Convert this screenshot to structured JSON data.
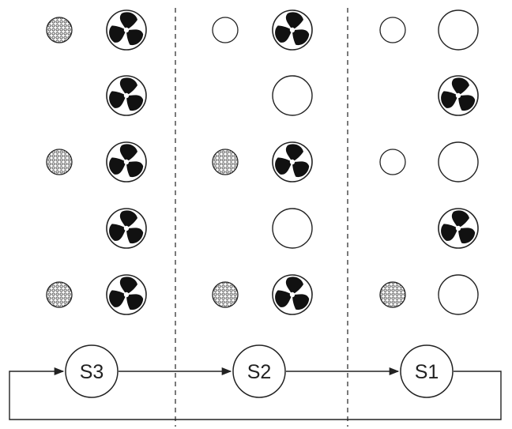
{
  "colors": {
    "stroke": "#222222",
    "fan_fill": "#111111",
    "background": "#ffffff"
  },
  "icons": {
    "fan": "fan-icon",
    "mesh": "mesh-circle-icon",
    "small_empty": "small-empty-circle-icon",
    "large_empty": "large-empty-circle-icon"
  },
  "columns": [
    {
      "id": "s3",
      "stage_label": "S3",
      "small": [
        "mesh",
        "none",
        "mesh",
        "none",
        "mesh"
      ],
      "large": [
        "fan",
        "fan",
        "fan",
        "fan",
        "fan"
      ]
    },
    {
      "id": "s2",
      "stage_label": "S2",
      "small": [
        "empty",
        "none",
        "mesh",
        "none",
        "mesh"
      ],
      "large": [
        "fan",
        "empty",
        "fan",
        "empty",
        "fan"
      ]
    },
    {
      "id": "s1",
      "stage_label": "S1",
      "small": [
        "empty",
        "none",
        "empty",
        "none",
        "mesh"
      ],
      "large": [
        "empty",
        "fan",
        "empty",
        "fan",
        "empty"
      ]
    }
  ],
  "flow": [
    "S3",
    "S2",
    "S1"
  ]
}
